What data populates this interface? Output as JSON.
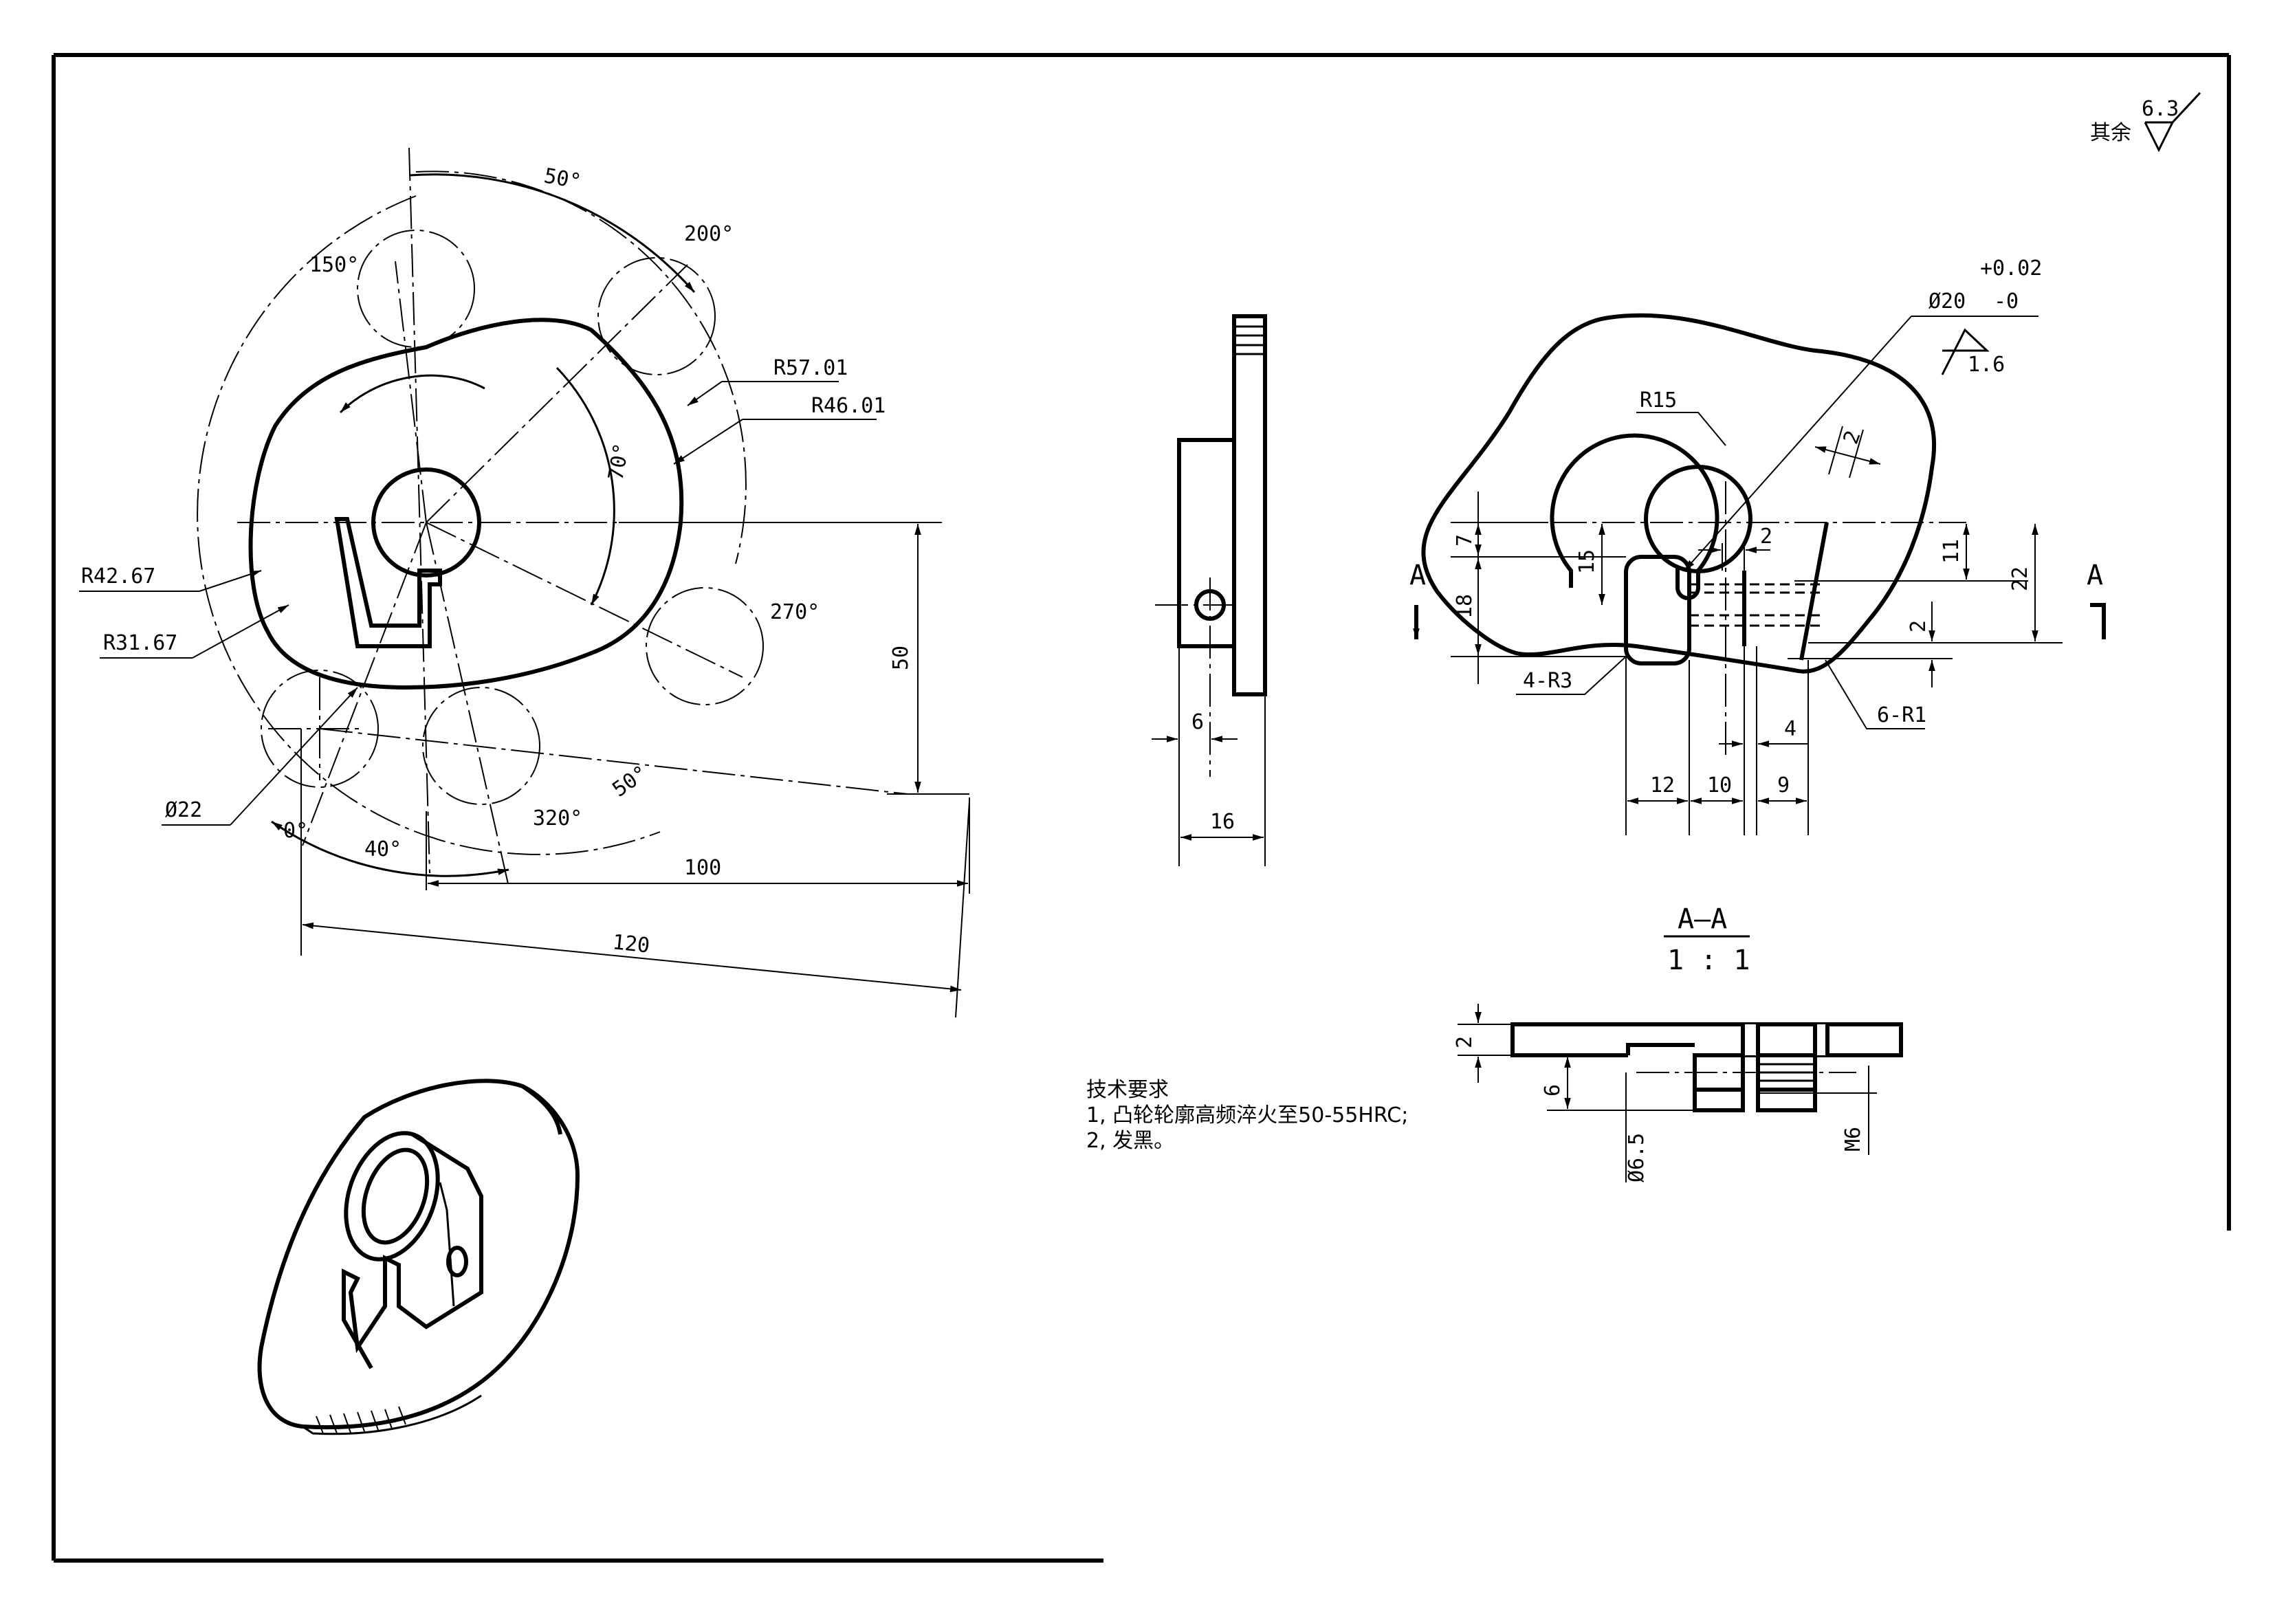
{
  "surface_finish": {
    "prefix": "其余",
    "value": "6.3"
  },
  "cam_view": {
    "angles": {
      "a50_top": "50°",
      "a150": "150°",
      "a200": "200°",
      "a70": "70°",
      "a270": "270°",
      "a50_bottom": "50°",
      "a320": "320°",
      "a40": "40°",
      "a0": "0°"
    },
    "radii": {
      "r57": "R57.01",
      "r46": "R46.01",
      "r42": "R42.67",
      "r31": "R31.67"
    },
    "diameter": "Ø22",
    "lengths": {
      "d50": "50",
      "d100": "100",
      "d120": "120"
    }
  },
  "side_view": {
    "d6": "6",
    "d16": "16"
  },
  "front_view": {
    "bore": "Ø20",
    "tol_upper": "+0.02",
    "tol_lower": "-0",
    "roughness": "1.6",
    "r15": "R15",
    "r3": "4-R3",
    "r1": "6-R1",
    "d2_top": "2",
    "d2_mid": "2",
    "d2_right": "2",
    "d7": "7",
    "d18": "18",
    "d15": "15",
    "d11": "11",
    "d22": "22",
    "d4": "4",
    "d12": "12",
    "d10": "10",
    "d9": "9",
    "section_mark": "A"
  },
  "section_view": {
    "title": "A—A",
    "scale": "1 : 1",
    "d2": "2",
    "d6": "6",
    "d65": "Ø6.5",
    "m6": "M6"
  },
  "tech_requirements": {
    "title": "技术要求",
    "items": [
      "1, 凸轮轮廓高频淬火至50-55HRC;",
      "2, 发黑。"
    ]
  }
}
